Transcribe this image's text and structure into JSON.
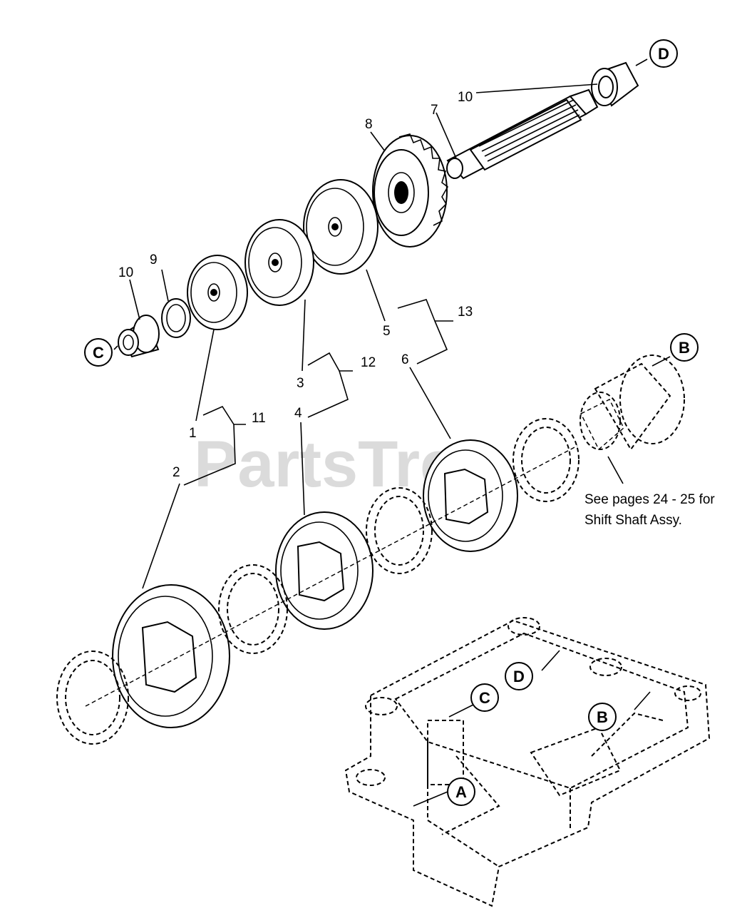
{
  "watermark": "PartsTree",
  "note": {
    "line1": "See pages 24 - 25 for",
    "line2": "Shift Shaft Assy."
  },
  "callouts": {
    "c1": "1",
    "c2": "2",
    "c3": "3",
    "c4": "4",
    "c5": "5",
    "c6": "6",
    "c7": "7",
    "c8": "8",
    "c9": "9",
    "c10a": "10",
    "c10b": "10",
    "c11": "11",
    "c12": "12",
    "c13": "13"
  },
  "refs": {
    "A": "A",
    "B_top": "B",
    "B_housing": "B",
    "C_top": "C",
    "C_housing": "C",
    "D_top": "D",
    "D_housing": "D"
  }
}
